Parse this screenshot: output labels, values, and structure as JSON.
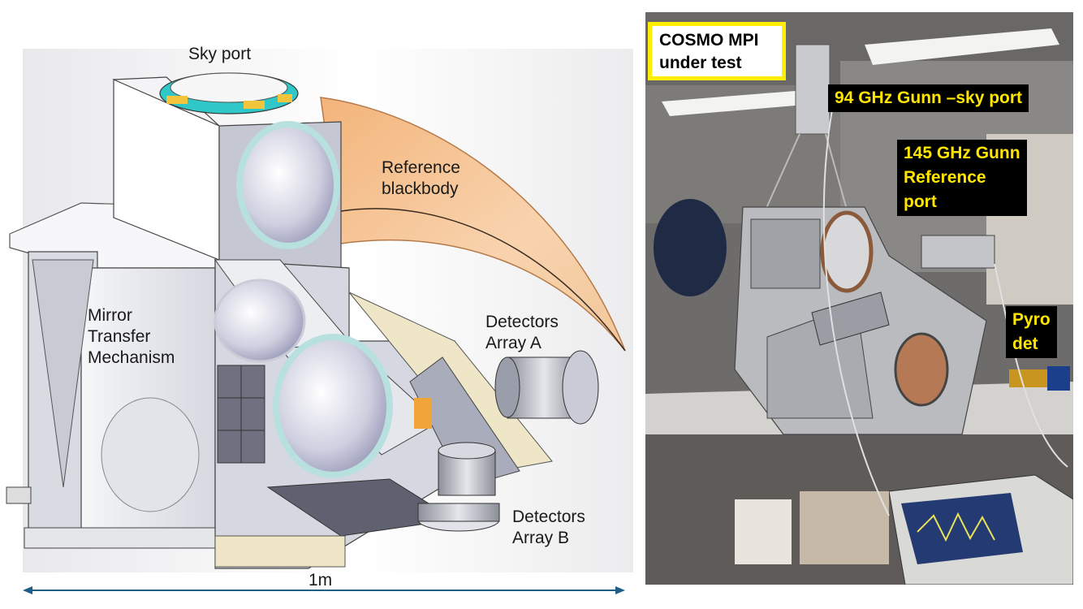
{
  "cad_diagram": {
    "labels": {
      "sky_port": "Sky port",
      "reference_blackbody": [
        "Reference",
        "blackbody"
      ],
      "mirror_transfer_mechanism": [
        "Mirror",
        "Transfer",
        "Mechanism"
      ],
      "detectors_array_a": [
        "Detectors",
        "Array A"
      ],
      "detectors_array_b": [
        "Detectors",
        "Array B"
      ],
      "scale_bar": "1m"
    },
    "colors": {
      "metal_light": "#eceef2",
      "metal_mid": "#c9ccd6",
      "metal_dark": "#9a9db0",
      "horn": "#f4c08e",
      "mirror_rim": "#b7e0de",
      "cream_plate": "#efe6c8",
      "sky_port_teal": "#2fc7c7",
      "sky_port_yellow": "#f2c53d",
      "scale_arrow": "#1f5e86"
    }
  },
  "photo": {
    "title_box": [
      "COSMO MPI",
      "under test"
    ],
    "tags": {
      "gunn_94": "94 GHz Gunn –sky port",
      "gunn_145": [
        "145 GHz Gunn",
        "Reference",
        "port"
      ],
      "pyro": [
        "Pyro",
        "det"
      ]
    },
    "colors": {
      "tag_background": "#000000",
      "tag_text": "#ffe600",
      "title_border": "#ffee00"
    }
  }
}
